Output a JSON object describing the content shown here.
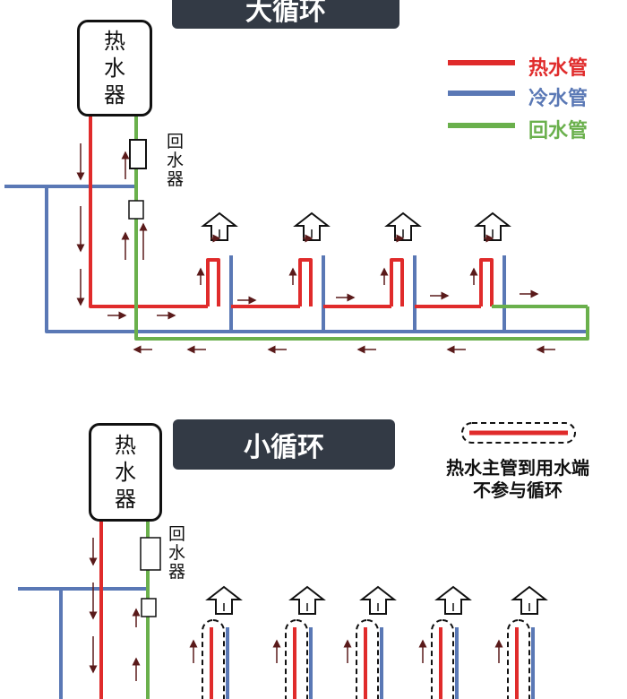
{
  "big_loop": {
    "title": "大循环",
    "heater_label": [
      "热",
      "水",
      "器"
    ],
    "return_device_label": "回水器"
  },
  "legend": {
    "items": [
      {
        "label": "热水管",
        "color": "#e02b2b"
      },
      {
        "label": "冷水管",
        "color": "#5a78b5"
      },
      {
        "label": "回水管",
        "color": "#6ab04c"
      }
    ]
  },
  "small_loop": {
    "title": "小循环",
    "heater_label": [
      "热",
      "水",
      "器"
    ],
    "return_device_label": "回水器",
    "note_line1": "热水主管到用水端",
    "note_line2": "不参与循环"
  },
  "colors": {
    "hot": "#e02b2b",
    "cold": "#5a78b5",
    "return": "#6ab04c",
    "banner": "#333a45",
    "arrow": "#5a1a1a"
  },
  "icons": [
    "faucet-icon",
    "arrow-icon",
    "pump-icon",
    "valve-icon"
  ]
}
